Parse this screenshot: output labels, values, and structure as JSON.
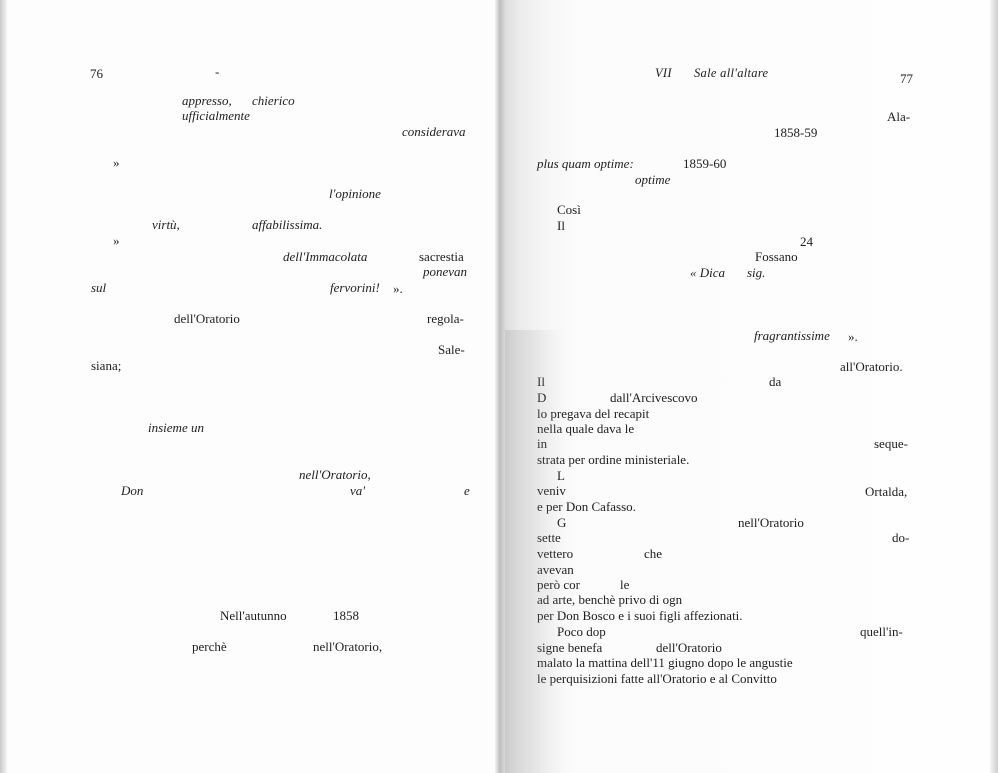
{
  "left_page": {
    "page_number": "76",
    "header_mark": "-",
    "fragments": [
      "appresso,",
      "chierico",
      "ufficialmente",
      "considerava",
      "»",
      "l'opinione",
      "virtù,",
      "affabilissima.",
      "»",
      "dell'Immacolata",
      "sacrestia",
      "ponevan",
      "sul",
      "fervorini!",
      "».",
      "dell'Oratorio",
      "regola-",
      "Sale-",
      "siana;",
      "insieme un",
      "nell'Oratorio,",
      "Don",
      "va'",
      "e",
      "Nell'autunno",
      "1858",
      "perchè",
      "nell'Oratorio,"
    ]
  },
  "right_page": {
    "page_number": "77",
    "running_head_chapter": "VII",
    "running_head_title": "Sale all'altare",
    "fragments": [
      "Ala-",
      "1858-59",
      "plus quam optime:",
      "1859-60",
      "optime",
      "Così",
      "Il",
      "24",
      "Fossano",
      "« Dica",
      "sig.",
      "fragrantissime",
      "».",
      "all'Oratorio.",
      "Il",
      "da",
      "D",
      "dall'Arcivescovo",
      "lo pregava del recapit",
      "nella quale dava le",
      "in",
      "seque-",
      "strata per ordine ministeriale.",
      "L",
      "veniv",
      "Ortalda,",
      "e per Don Cafasso.",
      "G",
      "nell'Oratorio",
      "sette",
      "do-",
      "vettero",
      "che",
      "avevan",
      "però cor",
      "le",
      "ad arte, benchè privo di ogn",
      "per Don Bosco e i suoi figli affezionati.",
      "Poco dop",
      "quell'in-",
      "signe benefa",
      "dell'Oratorio",
      "malato la mattina dell'11 giugno dopo le angustie",
      "le perquisizioni fatte all'Oratorio e al Convitto"
    ]
  }
}
